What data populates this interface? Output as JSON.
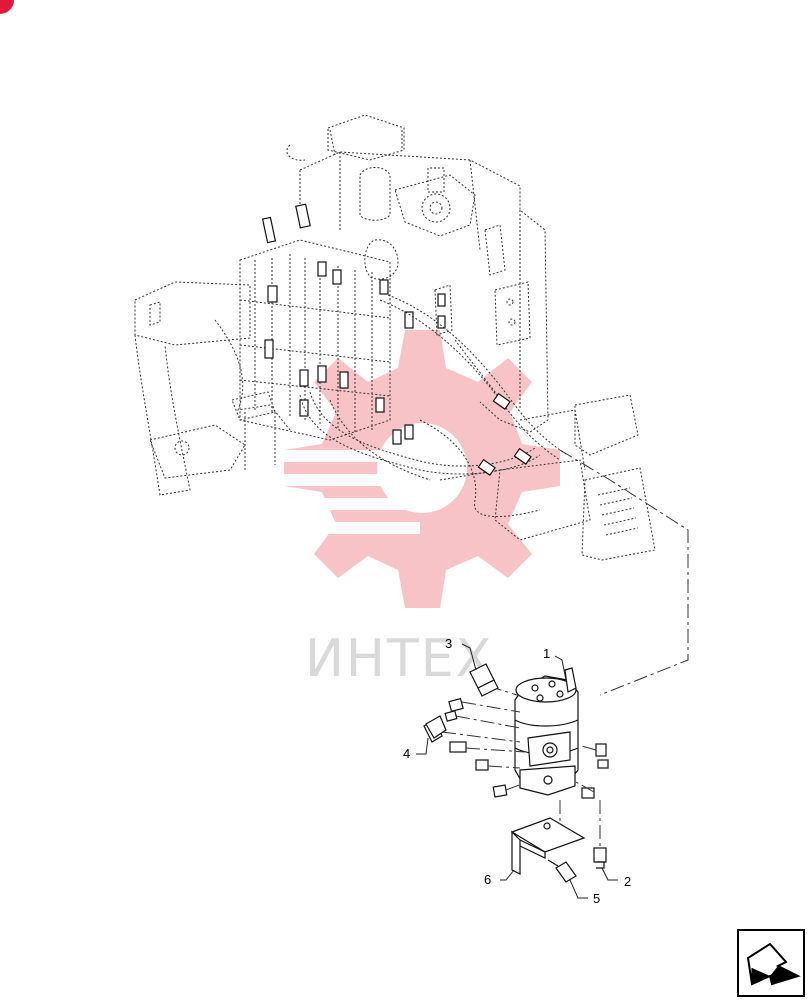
{
  "watermark": {
    "text": "ИНТЕХ",
    "color": "#f7b9bd"
  },
  "corner_badge_color": "#e3173a",
  "callouts": [
    {
      "id": "1",
      "label": "1"
    },
    {
      "id": "2",
      "label": "2"
    },
    {
      "id": "3",
      "label": "3"
    },
    {
      "id": "4",
      "label": "4"
    },
    {
      "id": "5",
      "label": "5"
    },
    {
      "id": "6",
      "label": "6"
    }
  ],
  "nav_icon": "next-page-arrow-icon"
}
